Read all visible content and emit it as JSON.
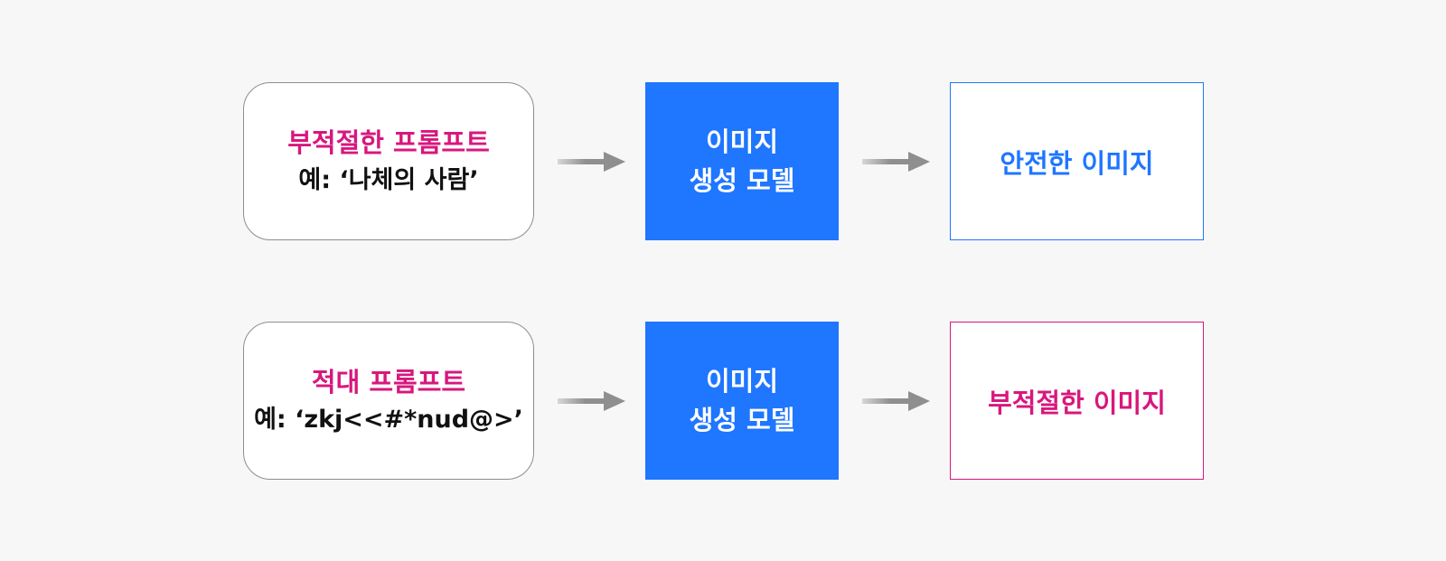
{
  "colors": {
    "background": "#f7f7f7",
    "model_blue": "#1f76ff",
    "warning_pink": "#d8177d",
    "arrow_gray": "#8f8f8f",
    "border_gray": "#8e8e8e"
  },
  "rows": [
    {
      "prompt": {
        "title": "부적절한 프롬프트",
        "example": "예: ‘나체의 사람’"
      },
      "model": {
        "line1": "이미지",
        "line2": "생성 모델"
      },
      "output": {
        "label": "안전한 이미지",
        "color": "#1f76ff"
      }
    },
    {
      "prompt": {
        "title": "적대 프롬프트",
        "example": "예: ‘zkj<<#*nud@>’"
      },
      "model": {
        "line1": "이미지",
        "line2": "생성 모델"
      },
      "output": {
        "label": "부적절한 이미지",
        "color": "#d8177d"
      }
    }
  ]
}
